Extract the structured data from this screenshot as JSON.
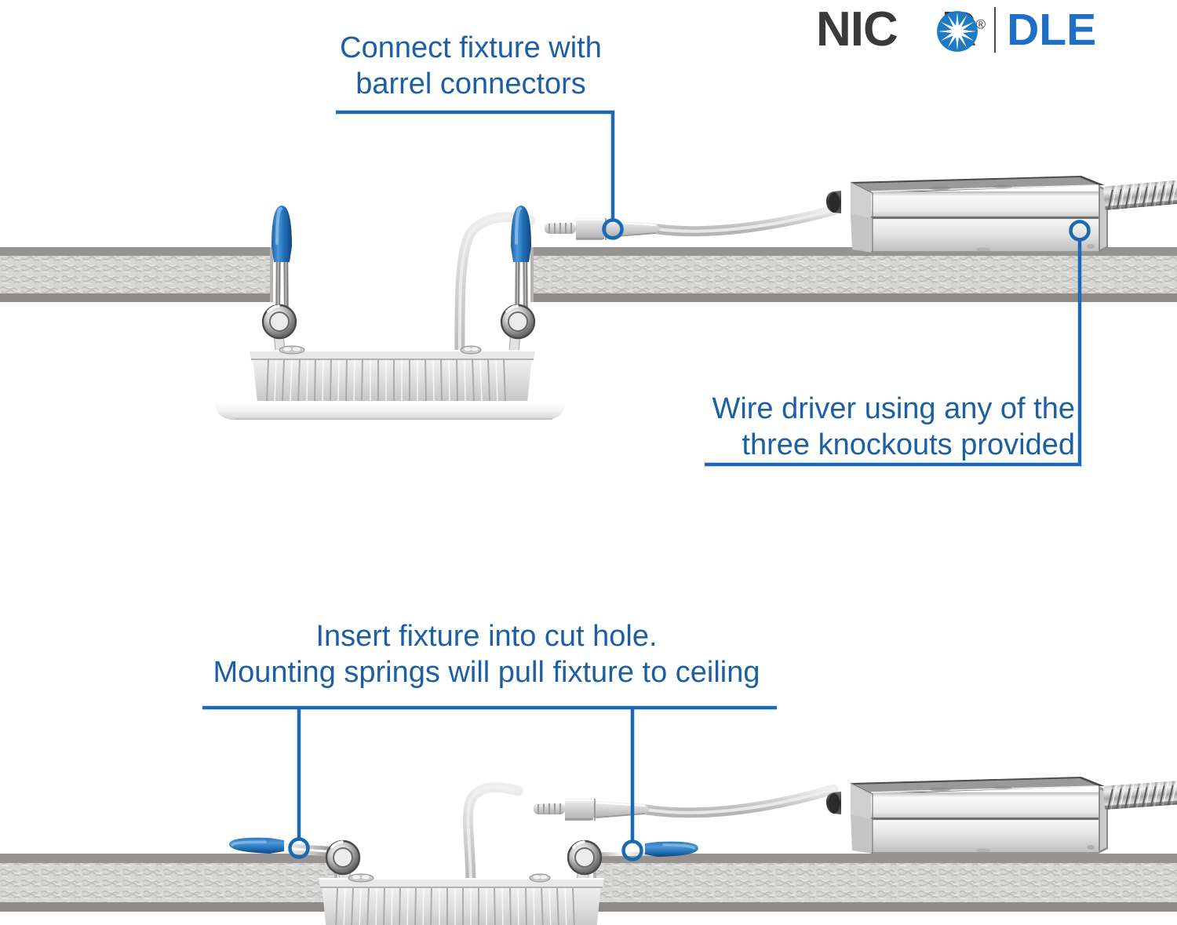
{
  "brand": {
    "name": "NICOR",
    "registered_mark": "®",
    "sub_brand": "DLE",
    "logo_icon": "starburst-icon",
    "name_color": "#3b3a38",
    "sub_brand_color": "#1f6fc4",
    "starburst_color": "#1f7ac4"
  },
  "colors": {
    "accent_blue": "#1c5fa4",
    "leader_blue": "#1b69b3",
    "spring_blue": "#1f6fb5",
    "ceiling_face": "#969390",
    "ceiling_core": "#d3d3d1",
    "fixture_white": "#f4f4f4",
    "driver_chrome": "#dcdcdc",
    "wire_gray": "#cfcfcf"
  },
  "callouts": [
    {
      "id": "connect-fixture",
      "lines": [
        "Connect fixture with",
        "barrel connectors"
      ],
      "marker": "barrel-connector"
    },
    {
      "id": "wire-driver",
      "lines": [
        "Wire driver using any of the",
        "three knockouts provided"
      ],
      "marker": "driver-knockout"
    },
    {
      "id": "insert-fixture",
      "lines": [
        "Insert fixture into cut hole.",
        "Mounting springs will pull fixture to ceiling"
      ],
      "marker": "mounting-springs"
    }
  ],
  "scenes": [
    {
      "id": "scene-top",
      "label": "Fixture lowered below ceiling, springs extended",
      "parts": [
        "ceiling-cross-section",
        "cut-hole-opening",
        "recessed-fixture",
        "mounting-spring-left",
        "mounting-spring-right",
        "fixture-wire",
        "barrel-connector",
        "driver-wire",
        "led-driver",
        "armored-conduit"
      ]
    },
    {
      "id": "scene-bottom",
      "label": "Fixture inserted into cut hole, springs folded flat on ceiling",
      "parts": [
        "ceiling-cross-section",
        "recessed-fixture",
        "mounting-spring-left-folded",
        "mounting-spring-right-folded",
        "fixture-wire",
        "barrel-connector",
        "driver-wire",
        "led-driver",
        "armored-conduit"
      ]
    }
  ]
}
